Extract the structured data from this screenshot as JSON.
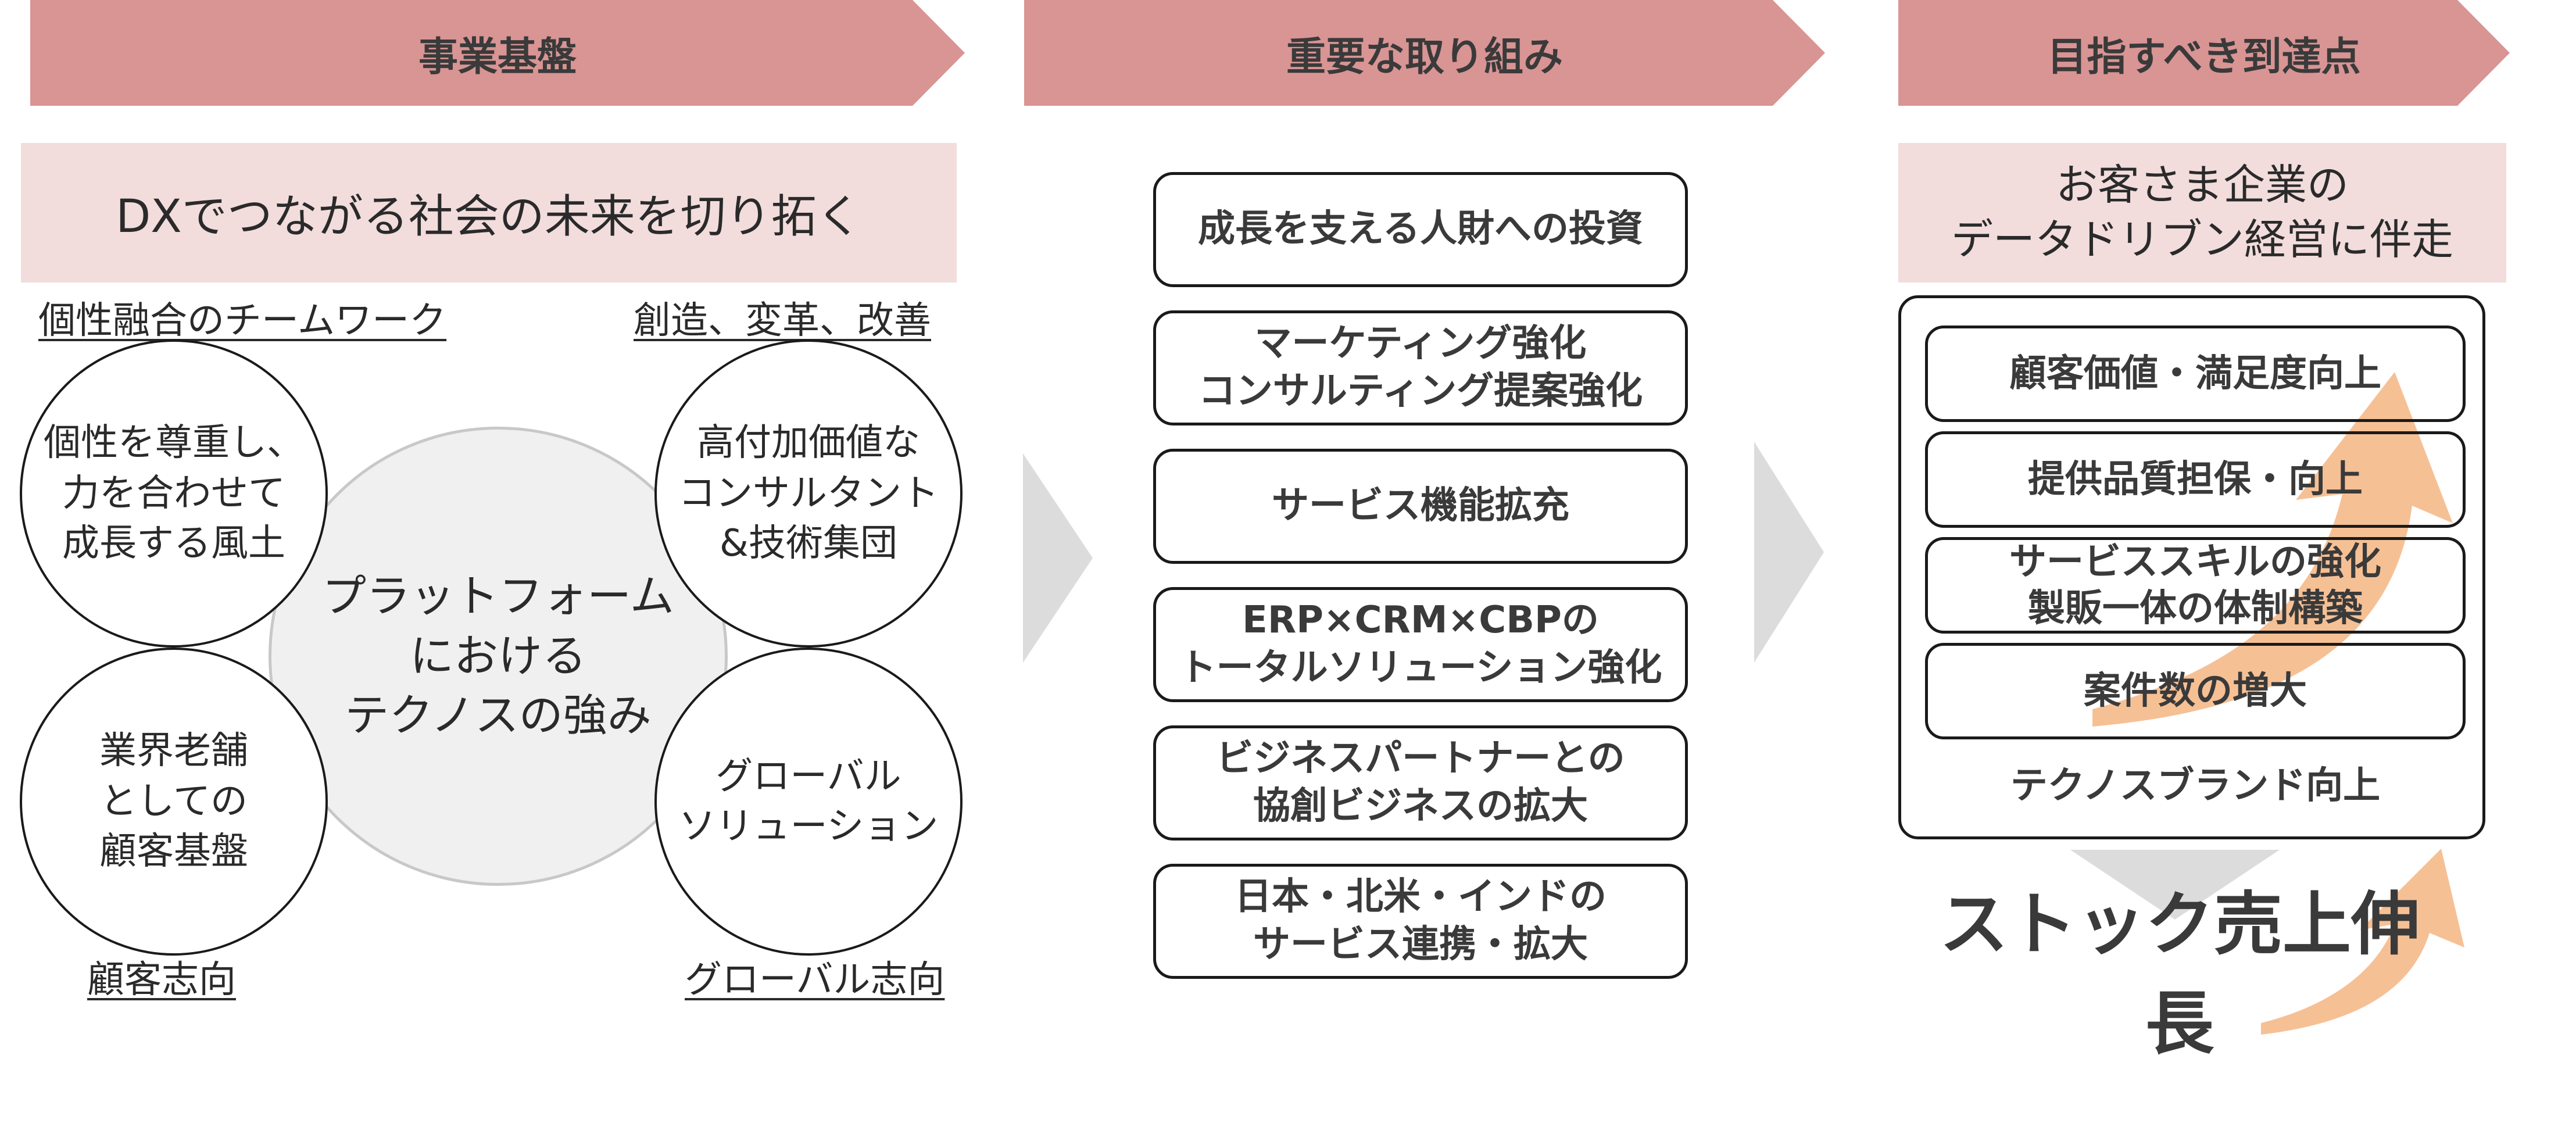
{
  "colors": {
    "header_fill": "#d99494",
    "band_fill": "#f2dcdc",
    "arrow_gray": "#dcdcdc",
    "growth_arrow": "#f5b98a",
    "text_dark": "#333333"
  },
  "columns": {
    "foundation": {
      "header": "事業基盤",
      "banner": "DXでつながる社会の未来を切り拓く",
      "center_circle": "プラットフォーム\nにおける\nテクノスの強み",
      "circles": {
        "top_left": "個性を尊重し、\n力を合わせて\n成長する風土",
        "top_right": "高付加価値な\nコンサルタント\n&技術集団",
        "bottom_left": "業界老舗\nとしての\n顧客基盤",
        "bottom_right": "グローバル\nソリューション"
      },
      "labels": {
        "top_left": "個性融合のチームワーク",
        "top_right": "創造、変革、改善",
        "bottom_left": "顧客志向",
        "bottom_right": "グローバル志向"
      }
    },
    "initiatives": {
      "header": "重要な取り組み",
      "items": [
        "成長を支える人財への投資",
        "マーケティング強化\nコンサルティング提案強化",
        "サービス機能拡充",
        "ERP×CRM×CBPの\nトータルソリューション強化",
        "ビジネスパートナーとの\n協創ビジネスの拡大",
        "日本・北米・インドの\nサービス連携・拡大"
      ]
    },
    "goals": {
      "header": "目指すべき到達点",
      "banner": "お客さま企業の\nデータドリブン経営に伴走",
      "items": [
        "顧客価値・満足度向上",
        "提供品質担保・向上",
        "サービススキルの強化\n製販一体の体制構築",
        "案件数の増大"
      ],
      "brand_item": "テクノスブランド向上",
      "result": "ストック売上伸長"
    }
  }
}
